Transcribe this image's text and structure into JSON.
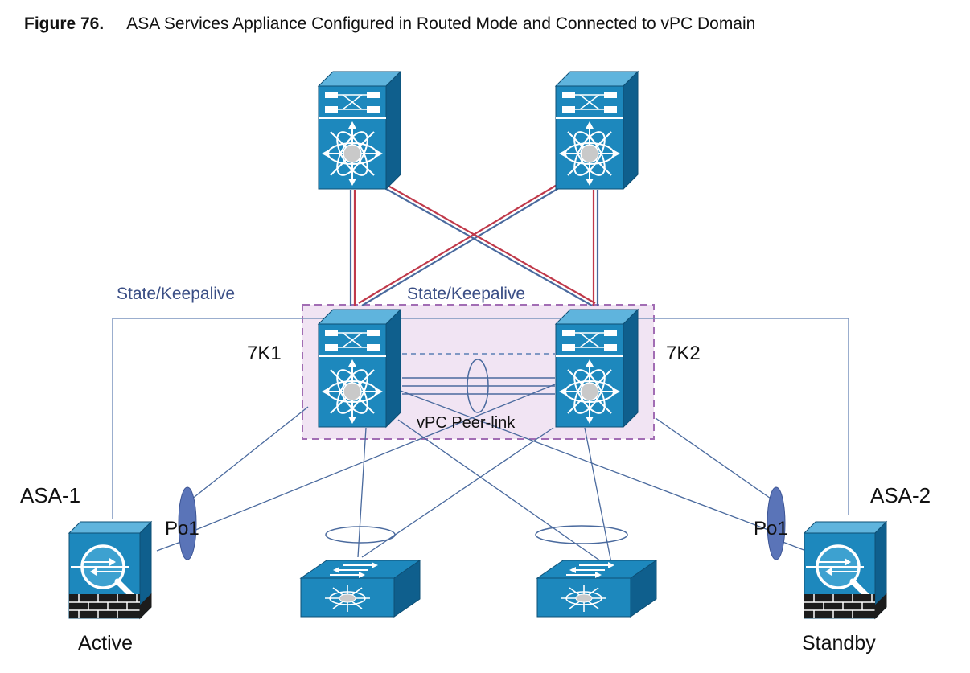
{
  "caption": {
    "figure_number": "Figure 76.",
    "title": "ASA Services Appliance Configured in Routed Mode and Connected to vPC Domain"
  },
  "labels": {
    "state_keepalive_left": "State/Keepalive",
    "state_keepalive_center": "State/Keepalive",
    "switch_7k1": "7K1",
    "switch_7k2": "7K2",
    "vpc_peer_link": "vPC Peer-link",
    "asa1": "ASA-1",
    "asa2": "ASA-2",
    "po1_left": "Po1",
    "po1_right": "Po1",
    "active": "Active",
    "standby": "Standby"
  },
  "colors": {
    "device_blue": "#1d88bd",
    "device_dark": "#0f5f8d",
    "link_blue": "#4a6a9e",
    "uplink_red": "#c0394a",
    "vpc_domain_fill": "#f1e4f3",
    "vpc_domain_border": "#a26db4",
    "portchannel_fill": "#5a74b8"
  },
  "icons": {
    "core_switches": "nexus-switch-icon",
    "access_switches": "layer2-switch-icon",
    "firewalls": "asa-firewall-icon"
  }
}
